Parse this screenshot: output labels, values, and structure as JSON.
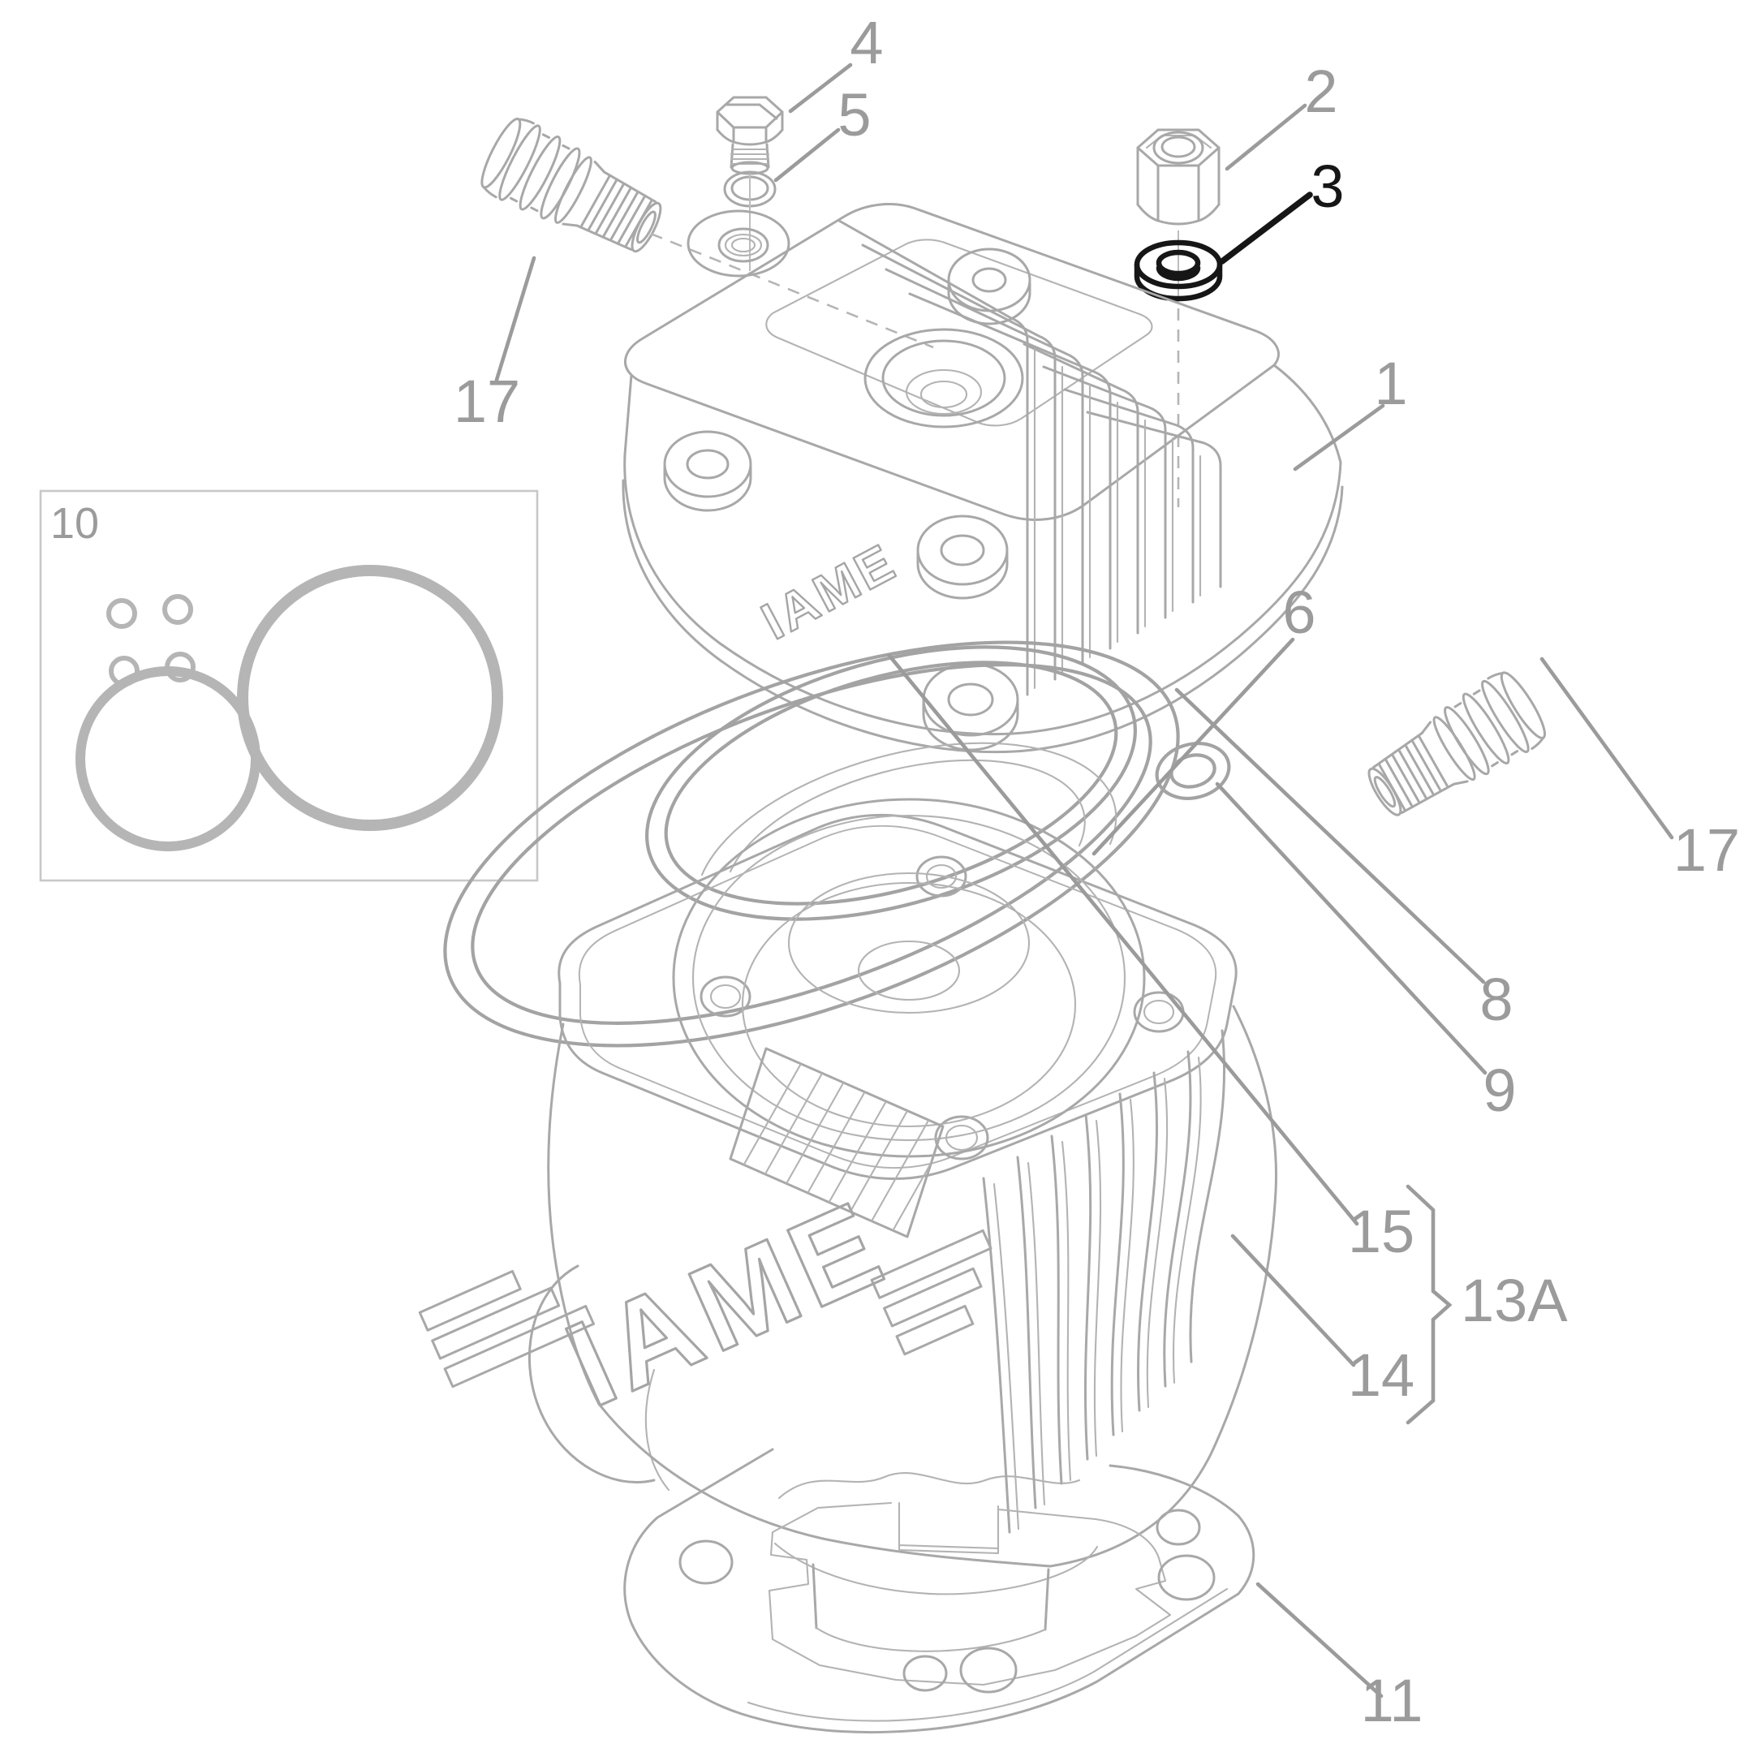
{
  "colors": {
    "line": "#a8a8a8",
    "oring": "#b5b5b5",
    "label": "#9b9b9b",
    "highlight": "#161616",
    "background": "#ffffff"
  },
  "logos": {
    "cover": "IAME",
    "cylinder": "IAME"
  },
  "callouts": {
    "c1": {
      "text": "1"
    },
    "c2": {
      "text": "2"
    },
    "c3": {
      "text": "3",
      "highlighted": true
    },
    "c4": {
      "text": "4"
    },
    "c5": {
      "text": "5"
    },
    "c6": {
      "text": "6"
    },
    "c8": {
      "text": "8"
    },
    "c9": {
      "text": "9"
    },
    "c10": {
      "text": "10"
    },
    "c11": {
      "text": "11"
    },
    "c13a": {
      "text": "13A"
    },
    "c14": {
      "text": "14"
    },
    "c15": {
      "text": "15"
    },
    "c17_left": {
      "text": "17"
    },
    "c17_right": {
      "text": "17"
    }
  }
}
